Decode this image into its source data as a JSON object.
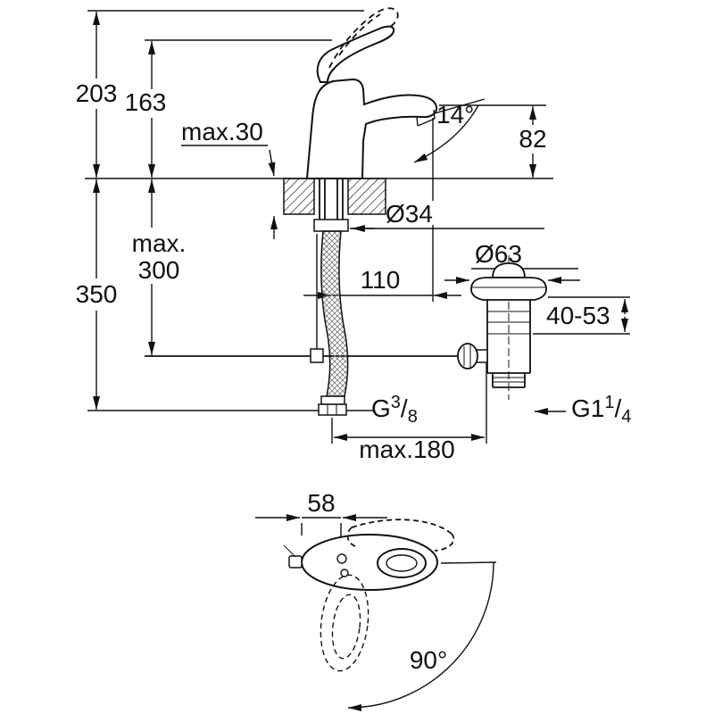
{
  "drawing": {
    "background": "#ffffff",
    "line_color": "#111111",
    "front_view": {
      "name": "basin-mixer-front-elevation",
      "dims": {
        "height_overall": "203",
        "height_lever": "163",
        "deck_thickness": "max.30",
        "lever_angle": "14°",
        "spout_height": "82",
        "hole_diameter": "Ø34",
        "waste_flange_diameter": "Ø63",
        "hose_length_line1": "max.",
        "hose_length_line2": "300",
        "hose_overall": "350",
        "spout_projection": "110",
        "waste_adjust_range": "40-53",
        "reach_max": "max.180",
        "supply_thread": {
          "prefix": "G",
          "numerator": "3",
          "slash": "/",
          "denominator": "8"
        },
        "waste_thread": {
          "prefix": "G1",
          "numerator": "1",
          "slash": "/",
          "denominator": "4"
        }
      }
    },
    "top_view": {
      "name": "basin-mixer-plan-view",
      "dims": {
        "handle_offset": "58",
        "swivel_angle": "90°"
      }
    }
  }
}
